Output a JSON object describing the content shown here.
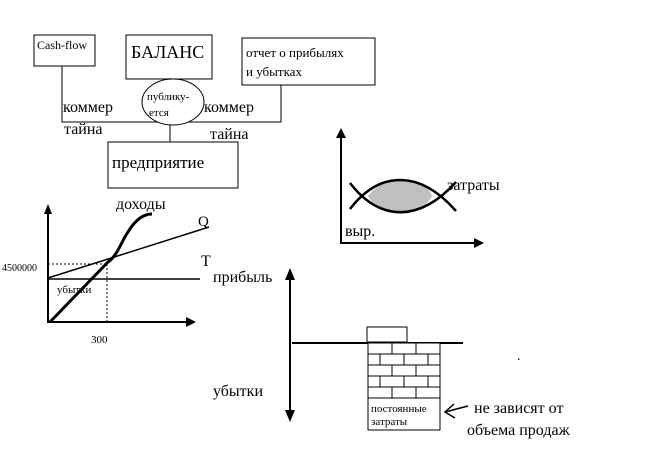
{
  "top_diagram": {
    "cashflow_label": "Cash-flow",
    "balance_label": "БАЛАНС",
    "report_line1": "отчет о прибылях",
    "report_line2": "и убытках",
    "publish_line1": "публику-",
    "publish_line2": "ется",
    "secret_left_line1": "коммер",
    "secret_left_line2": "тайна",
    "secret_right_line1": "коммер",
    "secret_right_line2": "тайна",
    "enterprise_label": "предприятие"
  },
  "costs_chart": {
    "costs_label": "затраты",
    "revenue_label": "выр."
  },
  "breakeven_chart": {
    "income_label": "доходы",
    "q_label": "Q",
    "t_label": "T",
    "y_value_label": "4500000",
    "x_value_label": "300",
    "loss_label": "убытки"
  },
  "fixed_costs": {
    "profit_label": "прибыль",
    "loss_label": "убытки",
    "fixed_line1": "постоянные",
    "fixed_line2": "затраты",
    "note_line1": "не зависят от",
    "note_line2": "объема продаж",
    "dot_mark": "."
  }
}
